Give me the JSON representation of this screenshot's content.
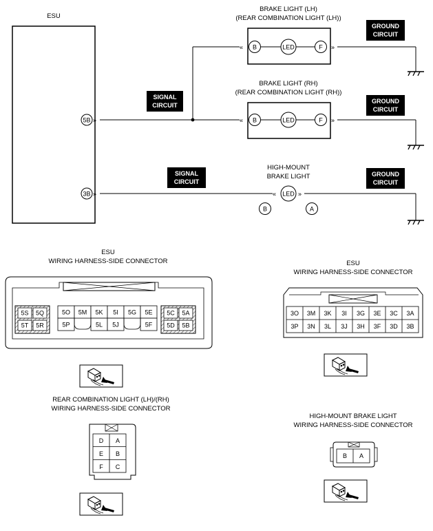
{
  "esu_box_label": "ESU",
  "brake_lh": {
    "title": "BRAKE LIGHT (LH)",
    "subtitle": "(REAR COMBINATION LIGHT (LH))",
    "left_pin": "B",
    "center": "LED",
    "right_pin": "F"
  },
  "brake_rh": {
    "title": "BRAKE LIGHT (RH)",
    "subtitle": "(REAR COMBINATION LIGHT (RH))",
    "left_pin": "B",
    "center": "LED",
    "right_pin": "F"
  },
  "high_mount": {
    "title": "HIGH-MOUNT",
    "subtitle": "BRAKE LIGHT",
    "center": "LED",
    "left_pin": "B",
    "right_pin": "A"
  },
  "esu_pins": {
    "p5b": "5B",
    "p3b": "3B"
  },
  "tags": {
    "signal_top": [
      "SIGNAL",
      "CIRCUIT"
    ],
    "signal_bottom": [
      "SIGNAL",
      "CIRCUIT"
    ],
    "ground_lh": [
      "GROUND",
      "CIRCUIT"
    ],
    "ground_rh": [
      "GROUND",
      "CIRCUIT"
    ],
    "ground_hm": [
      "GROUND",
      "CIRCUIT"
    ]
  },
  "conn_esu_left": {
    "title": "ESU",
    "subtitle": "WIRING HARNESS-SIDE CONNECTOR",
    "left_block": [
      [
        "5S",
        "5Q"
      ],
      [
        "5T",
        "5R"
      ]
    ],
    "middle_top": [
      "5O",
      "5M",
      "5K",
      "5I",
      "5G",
      "5E"
    ],
    "middle_bottom": [
      "5P",
      "5L",
      "5J",
      "5F"
    ],
    "right_block": [
      [
        "5C",
        "5A"
      ],
      [
        "5D",
        "5B"
      ]
    ]
  },
  "conn_esu_right": {
    "title": "ESU",
    "subtitle": "WIRING HARNESS-SIDE CONNECTOR",
    "top": [
      "3O",
      "3M",
      "3K",
      "3I",
      "3G",
      "3E",
      "3C",
      "3A"
    ],
    "bottom": [
      "3P",
      "3N",
      "3L",
      "3J",
      "3H",
      "3F",
      "3D",
      "3B"
    ]
  },
  "conn_rear": {
    "title": "REAR COMBINATION LIGHT (LH)/(RH)",
    "subtitle": "WIRING HARNESS-SIDE CONNECTOR",
    "rows": [
      [
        "D",
        "A"
      ],
      [
        "E",
        "B"
      ],
      [
        "F",
        "C"
      ]
    ]
  },
  "conn_highmount": {
    "title": "HIGH-MOUNT BRAKE LIGHT",
    "subtitle": "WIRING HARNESS-SIDE CONNECTOR",
    "cells": [
      "B",
      "A"
    ]
  }
}
